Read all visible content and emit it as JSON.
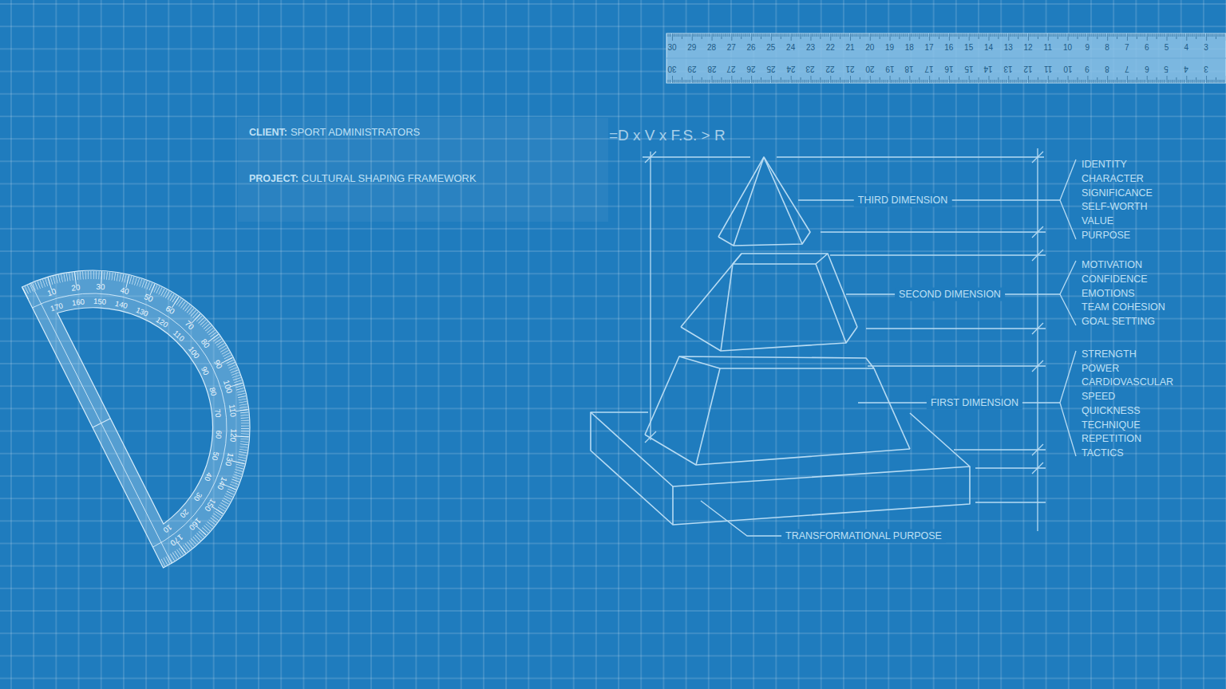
{
  "diagram": {
    "labels": [
      "CLIENT:",
      "SPORT ADMINISTRATORS",
      "PROJECT:",
      "CULTURAL SHAPING FRAMEWORK",
      "=D x V x F.S. > R",
      "THIRD DIMENSION",
      "SECOND DIMENSION",
      "FIRST DIMENSION",
      "TRANSFORMATIONAL PURPOSE",
      "IDENTITY",
      "CHARACTER",
      "SIGNIFICANCE",
      "SELF-WORTH",
      "VALUE",
      "PURPOSE",
      "MOTIVATION",
      "CONFIDENCE",
      "EMOTIONS",
      "TEAM COHESION",
      "GOAL SETTING",
      "STRENGTH",
      "POWER",
      "CARDIOVASCULAR",
      "SPEED",
      "QUICKNESS",
      "TECHNIQUE",
      "REPETITION",
      "TACTICS",
      "30",
      "29",
      "28",
      "27",
      "26",
      "25",
      "24",
      "23",
      "22",
      "21",
      "20",
      "19",
      "18",
      "17",
      "16",
      "15",
      "14",
      "13",
      "12",
      "11",
      "10",
      "9",
      "8",
      "7",
      "6",
      "5",
      "4",
      "3",
      "30",
      "29",
      "28",
      "27",
      "26",
      "25",
      "24",
      "23",
      "22",
      "21",
      "20",
      "19",
      "18",
      "17",
      "16",
      "15",
      "14",
      "13",
      "12",
      "11",
      "10",
      "9",
      "8",
      "7",
      "6",
      "5",
      "4",
      "3",
      "10",
      "20",
      "30",
      "40",
      "50",
      "60",
      "70",
      "80",
      "90",
      "100",
      "110",
      "120",
      "130",
      "140",
      "150",
      "160",
      "170",
      "170",
      "160",
      "150",
      "140",
      "130",
      "120",
      "110",
      "100",
      "90",
      "80",
      "70",
      "60",
      "50",
      "40",
      "30",
      "20",
      "10"
    ]
  }
}
